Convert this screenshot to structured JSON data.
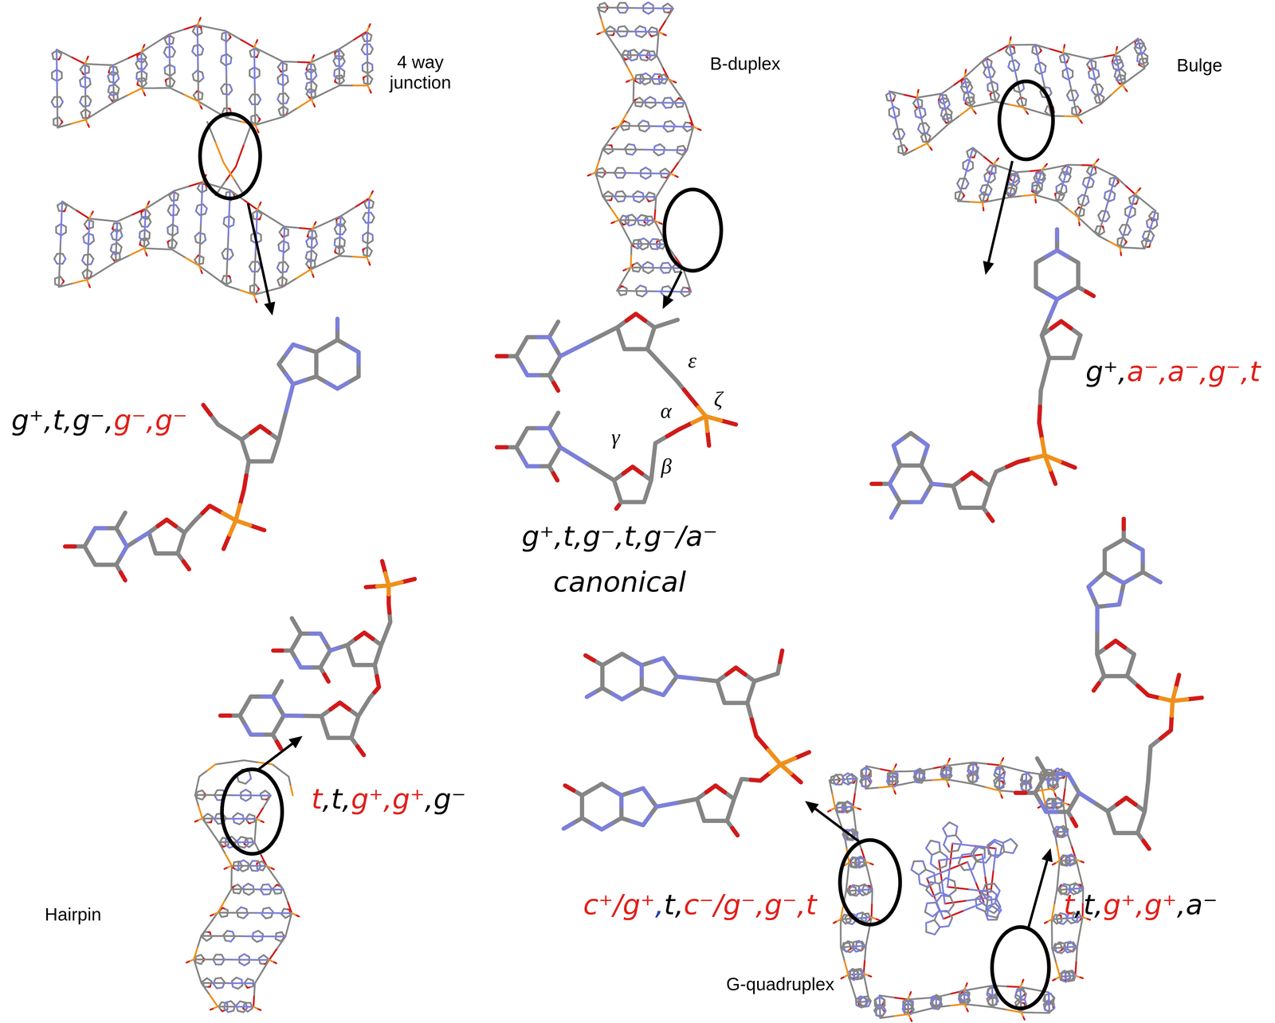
{
  "diagram": {
    "labels": [
      "4 way junction",
      "B-duplex",
      "Bulge",
      "g⁺,t,g⁻,g⁻,g⁻",
      "ε",
      "ζ",
      "α",
      "γ",
      "β",
      "g⁺,a⁻,a⁻,g⁻,t",
      "g⁺,t,g⁻,t,g⁻/a⁻",
      "canonical",
      "t,t,g⁺,g⁺,g⁻",
      "Hairpin",
      "c⁺/g⁺,t,c⁻/g⁻,g⁻,t",
      "t,t,g⁺,g⁺,a⁻",
      "G-quadruplex"
    ]
  }
}
